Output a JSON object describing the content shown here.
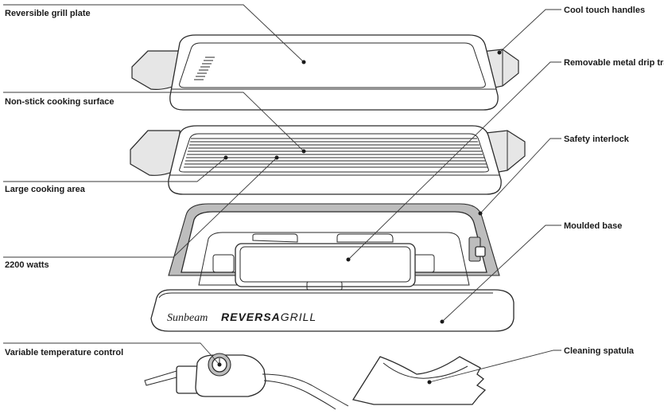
{
  "labels": {
    "reversible_grill_plate": "Reversible grill plate",
    "non_stick_cooking_surface": "Non-stick cooking surface",
    "large_cooking_area": "Large cooking area",
    "watts": "2200 watts",
    "variable_temperature_control": "Variable temperature control",
    "cool_touch_handles": "Cool touch handles",
    "removable_metal_drip_tray": "Removable metal drip tray",
    "safety_interlock": "Safety interlock",
    "moulded_base": "Moulded base",
    "cleaning_spatula": "Cleaning spatula"
  },
  "branding": {
    "brand": "Sunbeam",
    "model_bold": "REVERSA",
    "model_light": "GRILL"
  },
  "colors": {
    "line": "#3a3a3a",
    "text": "#1a1a1a",
    "fill_light": "#e6e6e6",
    "fill_dark": "#bdbdbd"
  }
}
